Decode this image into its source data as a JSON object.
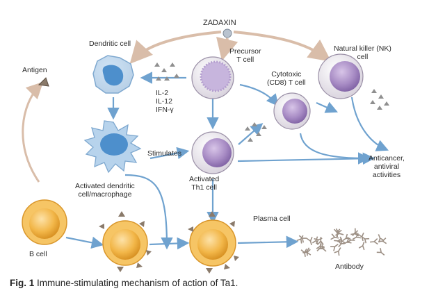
{
  "labels": {
    "zadaxin": "ZADAXIN",
    "dendritic_cell": "Dendritic cell",
    "antigen": "Antigen",
    "precursor_t_cell": [
      "Precursor",
      "T cell"
    ],
    "nk_cell": [
      "Natural killer (NK)",
      "cell"
    ],
    "cytotoxic_t_cell": [
      "Cytotoxic",
      "(CD8) T cell"
    ],
    "cytokines": [
      "IL-2",
      "IL-12",
      "IFN-γ"
    ],
    "stimulates": "Stimulates",
    "activated_th1": [
      "Activated",
      "Th1 cell"
    ],
    "activated_dendritic": [
      "Activated dendritic",
      "cell/macrophage"
    ],
    "anticancer": [
      "Anticancer,",
      "antiviral",
      "activities"
    ],
    "b_cell": "B cell",
    "plasma_cell": "Plasma cell",
    "antibody": "Antibody"
  },
  "caption": {
    "fig": "Fig. 1",
    "text": "Immune-stimulating mechanism of action of Ta1."
  },
  "colors": {
    "arrow_blue": "#6fa2cf",
    "arrow_tan": "#d9bda9",
    "dendritic": "#5b9bd1",
    "t_cell": "#a78bc4",
    "b_cell": "#f2b648"
  }
}
